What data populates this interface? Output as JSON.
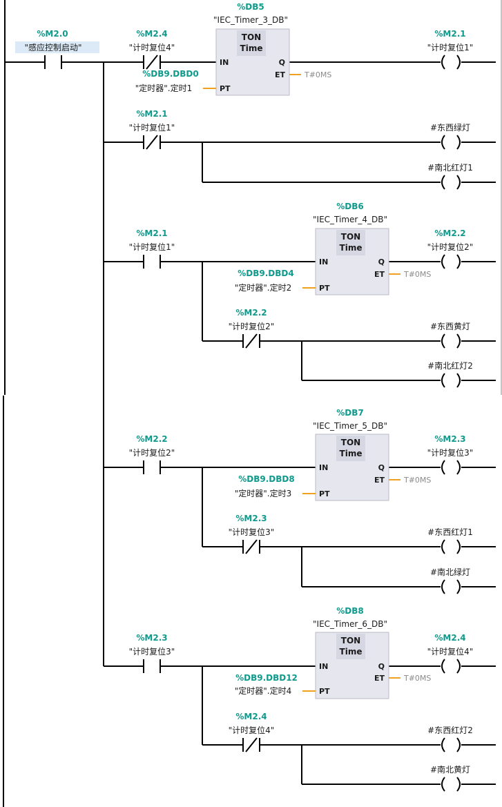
{
  "network1": {
    "contact_start": {
      "address": "%M2.0",
      "symbol": "\"感应控制启动\""
    },
    "contact_nc": {
      "address": "%M2.4",
      "symbol": "\"计时复位4\""
    },
    "timer": {
      "db": "%DB5",
      "instance": "\"IEC_Timer_3_DB\"",
      "type": "TON",
      "subtype": "Time",
      "in": "IN",
      "q": "Q",
      "et": "ET",
      "pt": "PT",
      "pt_address": "%DB9.DBD0",
      "pt_symbol": "\"定时器\".定时1",
      "et_value": "T#0MS"
    },
    "coil": {
      "address": "%M2.1",
      "symbol": "\"计时复位1\""
    }
  },
  "network2": {
    "contact_nc": {
      "address": "%M2.1",
      "symbol": "\"计时复位1\""
    },
    "coil_a": {
      "symbol": "#东西绿灯"
    },
    "coil_b": {
      "symbol": "#南北红灯1"
    }
  },
  "network3": {
    "contact_no": {
      "address": "%M2.1",
      "symbol": "\"计时复位1\""
    },
    "timer": {
      "db": "%DB6",
      "instance": "\"IEC_Timer_4_DB\"",
      "type": "TON",
      "subtype": "Time",
      "in": "IN",
      "q": "Q",
      "et": "ET",
      "pt": "PT",
      "pt_address": "%DB9.DBD4",
      "pt_symbol": "\"定时器\".定时2",
      "et_value": "T#0MS"
    },
    "coil": {
      "address": "%M2.2",
      "symbol": "\"计时复位2\""
    },
    "contact_nc": {
      "address": "%M2.2",
      "symbol": "\"计时复位2\""
    },
    "coil_a": {
      "symbol": "#东西黄灯"
    },
    "coil_b": {
      "symbol": "#南北红灯2"
    }
  },
  "network4": {
    "contact_no": {
      "address": "%M2.2",
      "symbol": "\"计时复位2\""
    },
    "timer": {
      "db": "%DB7",
      "instance": "\"IEC_Timer_5_DB\"",
      "type": "TON",
      "subtype": "Time",
      "in": "IN",
      "q": "Q",
      "et": "ET",
      "pt": "PT",
      "pt_address": "%DB9.DBD8",
      "pt_symbol": "\"定时器\".定时3",
      "et_value": "T#0MS"
    },
    "coil": {
      "address": "%M2.3",
      "symbol": "\"计时复位3\""
    },
    "contact_nc": {
      "address": "%M2.3",
      "symbol": "\"计时复位3\""
    },
    "coil_a": {
      "symbol": "#东西红灯1"
    },
    "coil_b": {
      "symbol": "#南北绿灯"
    }
  },
  "network5": {
    "contact_no": {
      "address": "%M2.3",
      "symbol": "\"计时复位3\""
    },
    "timer": {
      "db": "%DB8",
      "instance": "\"IEC_Timer_6_DB\"",
      "type": "TON",
      "subtype": "Time",
      "in": "IN",
      "q": "Q",
      "et": "ET",
      "pt": "PT",
      "pt_address": "%DB9.DBD12",
      "pt_symbol": "\"定时器\".定时4",
      "et_value": "T#0MS"
    },
    "coil": {
      "address": "%M2.4",
      "symbol": "\"计时复位4\""
    },
    "contact_nc": {
      "address": "%M2.4",
      "symbol": "\"计时复位4\""
    },
    "coil_a": {
      "symbol": "#东西红灯2"
    },
    "coil_b": {
      "symbol": "#南北黄灯"
    }
  },
  "colors": {
    "address": "#0f9a8c",
    "pt_line": "#f0a020",
    "block_fill": "#e6e7ee",
    "block_header": "#d5d7e2",
    "highlight": "#dbeaf6"
  }
}
